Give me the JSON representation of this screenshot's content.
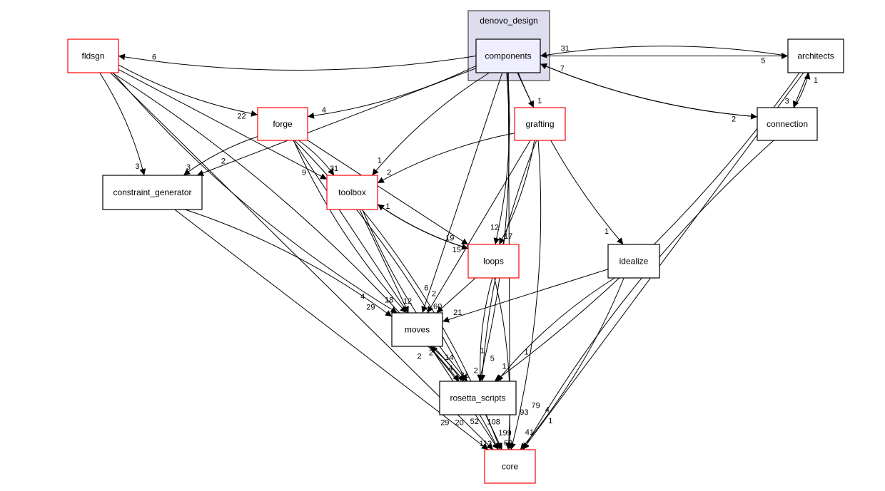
{
  "cluster": {
    "label": "denovo_design",
    "fill": "#ddddee"
  },
  "colors": {
    "normal_border": "#000000",
    "red_border": "#ff0000",
    "highlight_fill": "#eeeeff"
  },
  "nodes": [
    {
      "id": "components",
      "label": "components",
      "style": "highlight"
    },
    {
      "id": "architects",
      "label": "architects",
      "style": "normal"
    },
    {
      "id": "fldsgn",
      "label": "fldsgn",
      "style": "red"
    },
    {
      "id": "forge",
      "label": "forge",
      "style": "red"
    },
    {
      "id": "grafting",
      "label": "grafting",
      "style": "red"
    },
    {
      "id": "connection",
      "label": "connection",
      "style": "normal"
    },
    {
      "id": "constraint_generator",
      "label": "constraint_generator",
      "style": "normal"
    },
    {
      "id": "toolbox",
      "label": "toolbox",
      "style": "red"
    },
    {
      "id": "loops",
      "label": "loops",
      "style": "red"
    },
    {
      "id": "idealize",
      "label": "idealize",
      "style": "normal"
    },
    {
      "id": "moves",
      "label": "moves",
      "style": "normal"
    },
    {
      "id": "rosetta_scripts",
      "label": "rosetta_scripts",
      "style": "normal"
    },
    {
      "id": "core",
      "label": "core",
      "style": "red"
    }
  ],
  "edges": [
    {
      "from": "components",
      "to": "fldsgn",
      "label": "6"
    },
    {
      "from": "components",
      "to": "architects",
      "label": "5"
    },
    {
      "from": "architects",
      "to": "components",
      "label": "31"
    },
    {
      "from": "components",
      "to": "forge",
      "label": "4"
    },
    {
      "from": "components",
      "to": "grafting",
      "label": "1"
    },
    {
      "from": "components",
      "to": "connection",
      "label": "2"
    },
    {
      "from": "connection",
      "to": "components",
      "label": "7"
    },
    {
      "from": "components",
      "to": "constraint_generator",
      "label": "2"
    },
    {
      "from": "components",
      "to": "toolbox",
      "label": "1"
    },
    {
      "from": "components",
      "to": "loops",
      "label": "12"
    },
    {
      "from": "components",
      "to": "moves",
      "label": "6"
    },
    {
      "from": "components",
      "to": "idealize",
      "label": "1"
    },
    {
      "from": "components",
      "to": "rosetta_scripts",
      "label": "1"
    },
    {
      "from": "components",
      "to": "core",
      "label": "93"
    },
    {
      "from": "fldsgn",
      "to": "forge",
      "label": "22"
    },
    {
      "from": "fldsgn",
      "to": "constraint_generator",
      "label": "3"
    },
    {
      "from": "fldsgn",
      "to": "toolbox",
      "label": "9"
    },
    {
      "from": "fldsgn",
      "to": "moves",
      "label": "4"
    },
    {
      "from": "fldsgn",
      "to": "rosetta_scripts",
      "label": "2"
    },
    {
      "from": "fldsgn",
      "to": "core",
      "label": "29"
    },
    {
      "from": "forge",
      "to": "constraint_generator",
      "label": "3"
    },
    {
      "from": "forge",
      "to": "toolbox",
      "label": "31"
    },
    {
      "from": "forge",
      "to": "loops",
      "label": "19"
    },
    {
      "from": "forge",
      "to": "moves",
      "label": "18"
    },
    {
      "from": "forge",
      "to": "rosetta_scripts",
      "label": "14"
    },
    {
      "from": "forge",
      "to": "core",
      "label": "52"
    },
    {
      "from": "grafting",
      "to": "toolbox",
      "label": "2"
    },
    {
      "from": "grafting",
      "to": "loops",
      "label": "17"
    },
    {
      "from": "grafting",
      "to": "moves",
      "label": "2"
    },
    {
      "from": "grafting",
      "to": "rosetta_scripts",
      "label": "5"
    },
    {
      "from": "grafting",
      "to": "core",
      "label": "79"
    },
    {
      "from": "architects",
      "to": "connection",
      "label": "3"
    },
    {
      "from": "connection",
      "to": "architects",
      "label": "1"
    },
    {
      "from": "architects",
      "to": "rosetta_scripts",
      "label": "1"
    },
    {
      "from": "architects",
      "to": "core",
      "label": "4"
    },
    {
      "from": "connection",
      "to": "core",
      "label": "1"
    },
    {
      "from": "constraint_generator",
      "to": "moves",
      "label": "29"
    },
    {
      "from": "constraint_generator",
      "to": "core",
      "label": "20"
    },
    {
      "from": "toolbox",
      "to": "loops",
      "label": "15"
    },
    {
      "from": "loops",
      "to": "toolbox",
      "label": "1"
    },
    {
      "from": "toolbox",
      "to": "moves",
      "label": "12"
    },
    {
      "from": "toolbox",
      "to": "rosetta_scripts",
      "label": "4"
    },
    {
      "from": "toolbox",
      "to": "core",
      "label": "108"
    },
    {
      "from": "loops",
      "to": "moves",
      "label": "60"
    },
    {
      "from": "loops",
      "to": "rosetta_scripts",
      "label": "2"
    },
    {
      "from": "loops",
      "to": "core",
      "label": "199"
    },
    {
      "from": "idealize",
      "to": "moves",
      "label": "21"
    },
    {
      "from": "idealize",
      "to": "rosetta_scripts",
      "label": "1"
    },
    {
      "from": "idealize",
      "to": "core",
      "label": "41"
    },
    {
      "from": "moves",
      "to": "rosetta_scripts",
      "label": "31"
    },
    {
      "from": "rosetta_scripts",
      "to": "moves",
      "label": "2"
    },
    {
      "from": "moves",
      "to": "core",
      "label": "113"
    },
    {
      "from": "rosetta_scripts",
      "to": "core",
      "label": "69"
    }
  ]
}
